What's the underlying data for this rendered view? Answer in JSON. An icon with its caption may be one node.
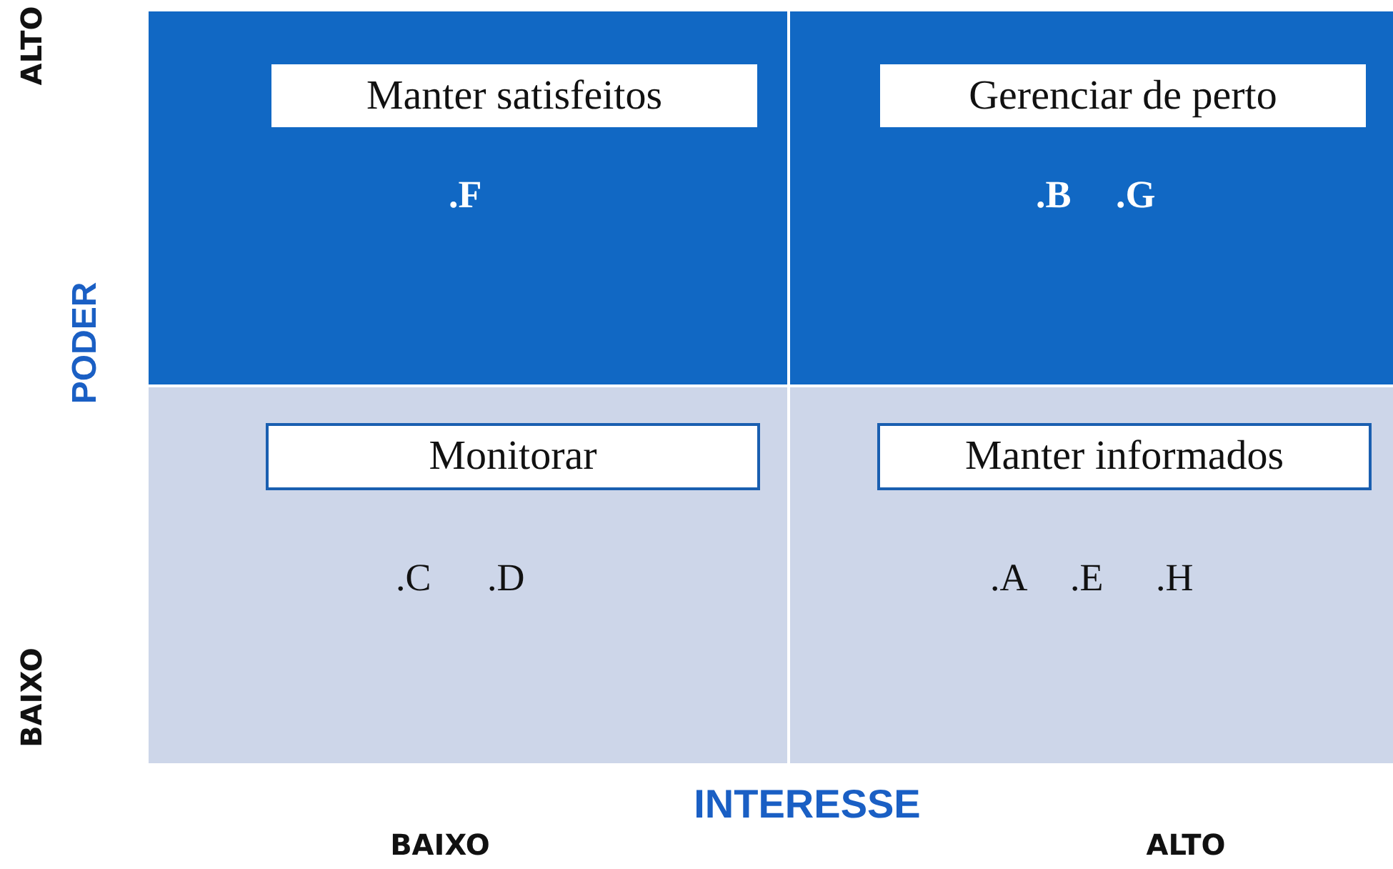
{
  "diagram": {
    "nodes": [
      {
        "text": [
          ".F"
        ]
      },
      {
        "text": [
          "Manter satisfeitos"
        ],
        "in": 0
      },
      {
        "text": [
          ".B",
          ".G"
        ]
      },
      {
        "text": [
          "Gerenciar de perto"
        ],
        "in": 2
      },
      {
        "text": [
          ".C",
          ".D"
        ]
      },
      {
        "text": [
          "Monitorar"
        ],
        "in": 4
      },
      {
        "text": [
          ".A",
          ".E",
          ".H"
        ]
      },
      {
        "text": [
          "Manter informados"
        ],
        "in": 6
      }
    ],
    "edges": [],
    "labels": [
      "ALTO",
      "PODER",
      "BAIXO",
      "INTERESSE",
      "BAIXO",
      "ALTO"
    ]
  }
}
